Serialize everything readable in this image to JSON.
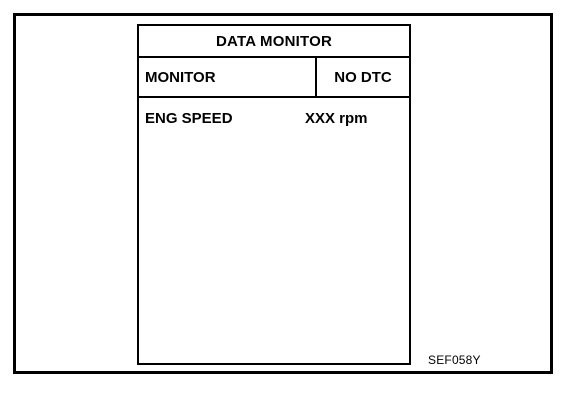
{
  "screen": {
    "title": "DATA MONITOR",
    "mode_label": "MONITOR",
    "status": "NO DTC",
    "items": [
      {
        "name": "ENG SPEED",
        "value": "XXX rpm"
      }
    ]
  },
  "figure_code": "SEF058Y"
}
